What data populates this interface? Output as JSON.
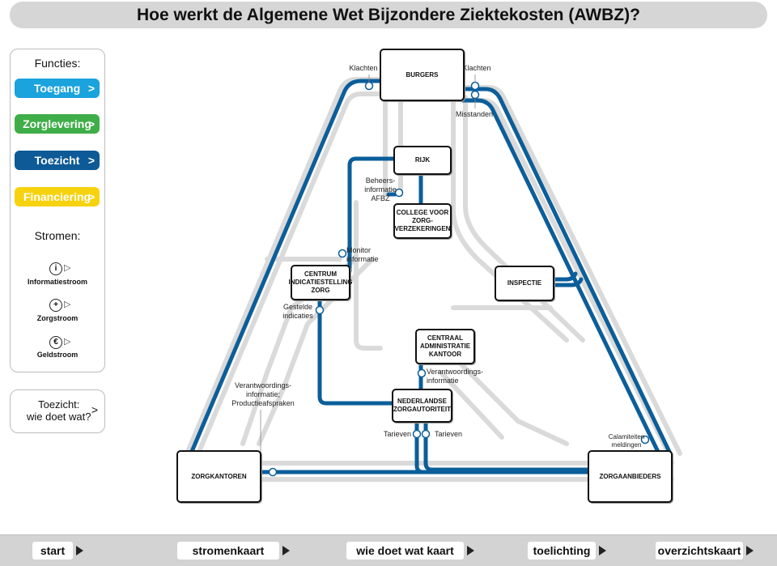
{
  "title": "Hoe werkt de Algemene Wet Bijzondere Ziektekosten (AWBZ)?",
  "sidebar": {
    "functies_label": "Functies:",
    "buttons": [
      {
        "label": "Toegang",
        "arrow": ">",
        "color": "#1aa3dd"
      },
      {
        "label": "Zorglevering",
        "arrow": ">",
        "color": "#3fae49"
      },
      {
        "label": "Toezicht",
        "arrow": ">",
        "color": "#0d5a97"
      },
      {
        "label": "Financiering",
        "arrow": ">",
        "color": "#f7d20f"
      }
    ],
    "stromen_label": "Stromen:",
    "legend": [
      {
        "symbol": "i",
        "label": "Informatiestroom",
        "icon": "info-icon"
      },
      {
        "symbol": "+",
        "label": "Zorgstroom",
        "icon": "plus-icon"
      },
      {
        "symbol": "€",
        "label": "Geldstroom",
        "icon": "euro-icon"
      }
    ]
  },
  "toezicht_box": {
    "line1": "Toezicht:",
    "line2": "wie doet wat?",
    "arrow": ">"
  },
  "nodes": {
    "burgers": "BURGERS",
    "rijk": "RIJK",
    "cvz": "COLLEGE VOOR ZORG-VERZEKERINGEN",
    "ciz": "CENTRUM INDICATIESTELLING ZORG",
    "inspectie": "INSPECTIE",
    "cak": "CENTRAAL ADMINISTRATIE KANTOOR",
    "nza": "NEDERLANDSE ZORGAUTORITEIT",
    "zorgkantoren": "ZORGKANTOREN",
    "zorgaanbieders": "ZORGAANBIEDERS"
  },
  "labels": {
    "klachten_left": "Klachten",
    "klachten_right": "Klachten",
    "misstanden": "Misstanden",
    "beheers": "Beheers-\ninformatie\nAFBZ",
    "monitor": "Monitor\ninformatie",
    "gestelde": "Gestelde\nindicaties",
    "verantw_left": "Verantwoordings-\ninformatie;\nProductieafspraken",
    "verantw_right": "Verantwoordings-\ninformatie",
    "tarieven_left": "Tarieven",
    "tarieven_right": "Tarieven",
    "calamiteiten": "Calamiteiten\nmeldingen"
  },
  "colors": {
    "flow": "#0b5e99",
    "track": "#d8d8d8"
  },
  "nav": [
    {
      "label": "start"
    },
    {
      "label": "stromenkaart"
    },
    {
      "label": "wie doet wat kaart"
    },
    {
      "label": "toelichting"
    },
    {
      "label": "overzichtskaart"
    }
  ]
}
